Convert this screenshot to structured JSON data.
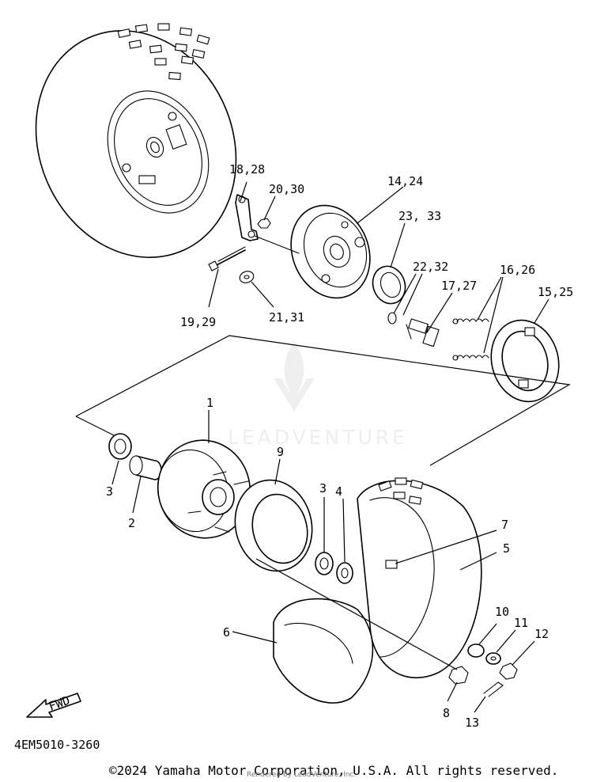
{
  "callouts": {
    "c1": "1",
    "c2": "2",
    "c3a": "3",
    "c3b": "3",
    "c4": "4",
    "c5": "5",
    "c6": "6",
    "c7": "7",
    "c8": "8",
    "c9": "9",
    "c10": "10",
    "c11": "11",
    "c12": "12",
    "c13": "13",
    "c14_24": "14,24",
    "c15_25": "15,25",
    "c16_26": "16,26",
    "c17_27": "17,27",
    "c18_28": "18,28",
    "c19_29": "19,29",
    "c20_30": "20,30",
    "c21_31": "21,31",
    "c22_32": "22,32",
    "c23_33": "23, 33"
  },
  "fwd_label": "FWD",
  "part_number": "4EM5010-3260",
  "watermark": "LEADVENTURE",
  "copyright": "©2024 Yamaha Motor Corporation, U.S.A. All rights reserved.",
  "rendered_by": "Rendered by LeadVenture, Inc."
}
